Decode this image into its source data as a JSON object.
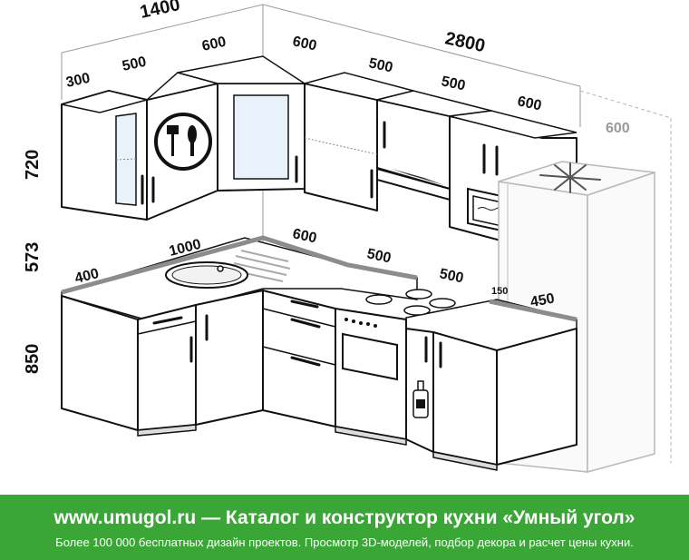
{
  "dimensions": {
    "total_left": "1400",
    "total_right": "2800",
    "upper_left_300": "300",
    "upper_left_500": "500",
    "upper_left_600": "600",
    "upper_right_600": "600",
    "upper_right_500a": "500",
    "upper_right_500b": "500",
    "upper_right_600b": "600",
    "fridge_width": "600",
    "height_upper": "720",
    "height_gap": "573",
    "height_base": "850",
    "counter_400": "400",
    "counter_1000": "1000",
    "counter_600": "600",
    "counter_500a": "500",
    "counter_500b": "500",
    "counter_150": "150",
    "counter_450": "450"
  },
  "colors": {
    "footer_bg": "#3aa636",
    "line": "#111111",
    "guide": "#9a9a9a",
    "countertop": "#8c8c8c"
  },
  "footer": {
    "title": "www.umugol.ru — Каталог и конструктор кухни «Умный угол»",
    "subtitle": "Более 100 000 бесплатных дизайн проектов. Просмотр 3D-моделей, подбор декора и расчет цены кухни."
  }
}
